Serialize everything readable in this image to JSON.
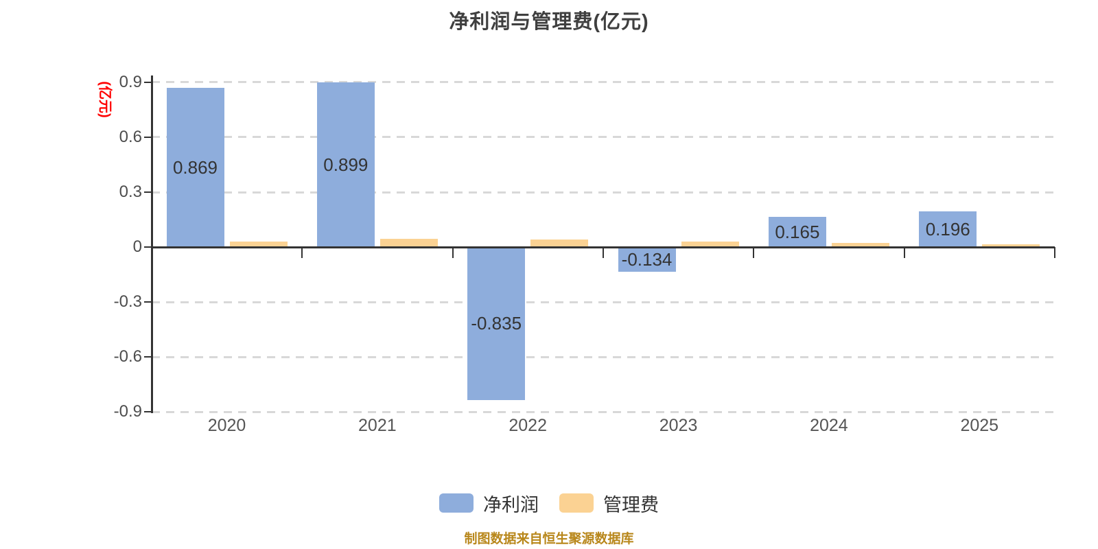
{
  "title": "净利润与管理费(亿元)",
  "y_axis_unit": "(亿元)",
  "source_note": "制图数据来自恒生聚源数据库",
  "colors": {
    "net_profit_bar": "#8EADDC",
    "mgmt_fee_bar": "#FBD293",
    "axis": "#333333",
    "grid": "#D8D8D8",
    "unit_label": "#FF0000",
    "source_note": "#B8871B",
    "title_text": "#3F3F3F"
  },
  "legend": {
    "items": [
      {
        "label": "净利润",
        "color": "#8EADDC"
      },
      {
        "label": "管理费",
        "color": "#FBD293"
      }
    ],
    "position": "bottom"
  },
  "chart_data": {
    "type": "bar",
    "categories": [
      "2020",
      "2021",
      "2022",
      "2023",
      "2024",
      "2025"
    ],
    "series": [
      {
        "name": "净利润",
        "color": "#8EADDC",
        "values": [
          0.869,
          0.899,
          -0.835,
          -0.134,
          0.165,
          0.196
        ],
        "labels": [
          "0.869",
          "0.899",
          "-0.835",
          "-0.134",
          "0.165",
          "0.196"
        ]
      },
      {
        "name": "管理费",
        "color": "#FBD293",
        "values": [
          0.031,
          0.044,
          0.04,
          0.031,
          0.022,
          0.015
        ],
        "labels": [
          null,
          null,
          null,
          null,
          null,
          null
        ]
      }
    ],
    "title": "净利润与管理费(亿元)",
    "ylabel": "(亿元)",
    "ylim": [
      -0.9,
      0.9
    ],
    "yticks": [
      {
        "v": 0.9,
        "label": "0.9"
      },
      {
        "v": 0.6,
        "label": "0.6"
      },
      {
        "v": 0.3,
        "label": "0.3"
      },
      {
        "v": 0,
        "label": "0"
      },
      {
        "v": -0.3,
        "label": "-0.3"
      },
      {
        "v": -0.6,
        "label": "-0.6"
      },
      {
        "v": -0.9,
        "label": "-0.9"
      }
    ],
    "grid": "dashed-horizontal",
    "legend_position": "bottom"
  }
}
